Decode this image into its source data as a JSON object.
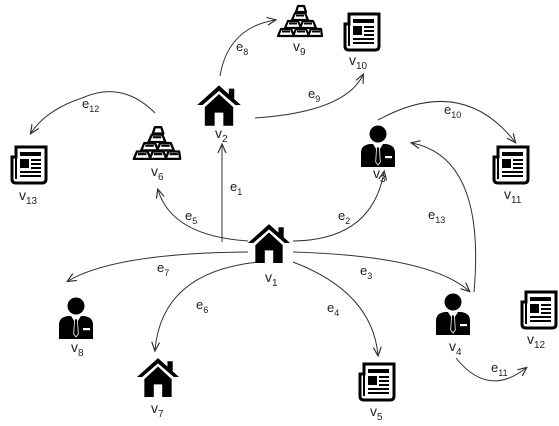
{
  "diagram": {
    "nodes": [
      {
        "id": "v1",
        "label": "v",
        "sub": "1",
        "icon": "house-icon"
      },
      {
        "id": "v2",
        "label": "v",
        "sub": "2",
        "icon": "house-icon"
      },
      {
        "id": "v3",
        "label": "v",
        "sub": "3",
        "icon": "person-icon"
      },
      {
        "id": "v4",
        "label": "v",
        "sub": "4",
        "icon": "person-icon"
      },
      {
        "id": "v5",
        "label": "v",
        "sub": "5",
        "icon": "newspaper-icon"
      },
      {
        "id": "v6",
        "label": "v",
        "sub": "6",
        "icon": "gold-bars-icon"
      },
      {
        "id": "v7",
        "label": "v",
        "sub": "7",
        "icon": "house-icon"
      },
      {
        "id": "v8",
        "label": "v",
        "sub": "8",
        "icon": "person-icon"
      },
      {
        "id": "v9",
        "label": "v",
        "sub": "9",
        "icon": "gold-bars-icon"
      },
      {
        "id": "v10",
        "label": "v",
        "sub": "10",
        "icon": "newspaper-icon"
      },
      {
        "id": "v11",
        "label": "v",
        "sub": "11",
        "icon": "newspaper-icon"
      },
      {
        "id": "v12",
        "label": "v",
        "sub": "12",
        "icon": "newspaper-icon"
      },
      {
        "id": "v13",
        "label": "v",
        "sub": "13",
        "icon": "newspaper-icon"
      }
    ],
    "edges": [
      {
        "id": "e1",
        "label": "e",
        "sub": "1",
        "from": "v1",
        "to": "v2"
      },
      {
        "id": "e2",
        "label": "e",
        "sub": "2",
        "from": "v1",
        "to": "v3"
      },
      {
        "id": "e3",
        "label": "e",
        "sub": "3",
        "from": "v1",
        "to": "v4"
      },
      {
        "id": "e4",
        "label": "e",
        "sub": "4",
        "from": "v1",
        "to": "v5"
      },
      {
        "id": "e5",
        "label": "e",
        "sub": "5",
        "from": "v1",
        "to": "v6"
      },
      {
        "id": "e6",
        "label": "e",
        "sub": "6",
        "from": "v1",
        "to": "v7"
      },
      {
        "id": "e7",
        "label": "e",
        "sub": "7",
        "from": "v1",
        "to": "v8"
      },
      {
        "id": "e8",
        "label": "e",
        "sub": "8",
        "from": "v2",
        "to": "v9"
      },
      {
        "id": "e9",
        "label": "e",
        "sub": "9",
        "from": "v2",
        "to": "v10"
      },
      {
        "id": "e10",
        "label": "e",
        "sub": "10",
        "from": "v3",
        "to": "v11"
      },
      {
        "id": "e11",
        "label": "e",
        "sub": "11",
        "from": "v4",
        "to": "v12"
      },
      {
        "id": "e12",
        "label": "e",
        "sub": "12",
        "from": "v6",
        "to": "v13"
      },
      {
        "id": "e13",
        "label": "e",
        "sub": "13",
        "from": "v4",
        "to": "v3"
      }
    ],
    "colors": {
      "icon": "#000000",
      "edge": "#333333",
      "text": "#222222"
    }
  }
}
